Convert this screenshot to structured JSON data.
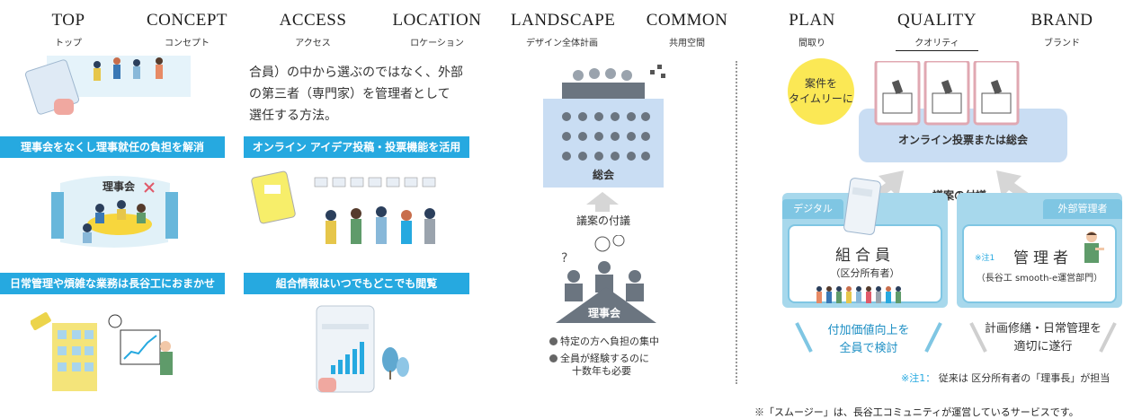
{
  "nav": {
    "items": [
      {
        "label": "TOP",
        "sub": "トップ"
      },
      {
        "label": "CONCEPT",
        "sub": "コンセプト"
      },
      {
        "label": "ACCESS",
        "sub": "アクセス"
      },
      {
        "label": "LOCATION",
        "sub": "ロケーション"
      },
      {
        "label": "LANDSCAPE",
        "sub": "デザイン全体計画"
      },
      {
        "label": "COMMON",
        "sub": "共用空間"
      },
      {
        "label": "PLAN",
        "sub": "間取り"
      },
      {
        "label": "QUALITY",
        "sub": "クオリティ"
      },
      {
        "label": "BRAND",
        "sub": "ブランド"
      }
    ],
    "active": "QUALITY"
  },
  "column1": {
    "band1": "理事会をなくし理事就任の負担を解消",
    "band2": "日常管理や煩雑な業務は長谷工におまかせ",
    "illus_label": "理事会"
  },
  "column2": {
    "desc_lines": [
      "合員）の中から選ぶのではなく、外部",
      "の第三者（専門家）を管理者として",
      "選任する方法。"
    ],
    "band1": "オンライン アイデア投稿・投票機能を活用",
    "band2": "組合情報はいつでもどこでも閲覧"
  },
  "column3": {
    "sokai": "総会",
    "proposal": "議案の付議",
    "rijikai": "理事会",
    "bullets": [
      "特定の方へ負担の集中",
      "全員が経験するのに",
      "十数年も必要"
    ]
  },
  "diagram": {
    "timely": [
      "案件を",
      "タイムリーに"
    ],
    "online": "オンライン投票または総会",
    "proposal": "議案の付議",
    "left_tab": "デジタル",
    "right_tab": "外部管理者",
    "members_title": "組合員",
    "members_sub": "（区分所有者）",
    "manager_mark": "※注1",
    "manager_title": "管理者",
    "manager_sub": "（長谷工 smooth-e運営部門）",
    "left_bottom": [
      "付加価値向上を",
      "全員で検討"
    ],
    "right_bottom": [
      "計画修繕・日常管理を",
      "適切に遂行"
    ],
    "footnote_mark": "※注1：",
    "footnote_text": "従来は 区分所有者の「理事長」が担当"
  },
  "footnote": "※「スムージー」は、長谷工コミュニティが運営しているサービスです。",
  "colors": {
    "accent": "#26a9e0",
    "light_blue": "#c9ddf3",
    "panel": "#a7d8ec",
    "yellow": "#fbe855"
  }
}
